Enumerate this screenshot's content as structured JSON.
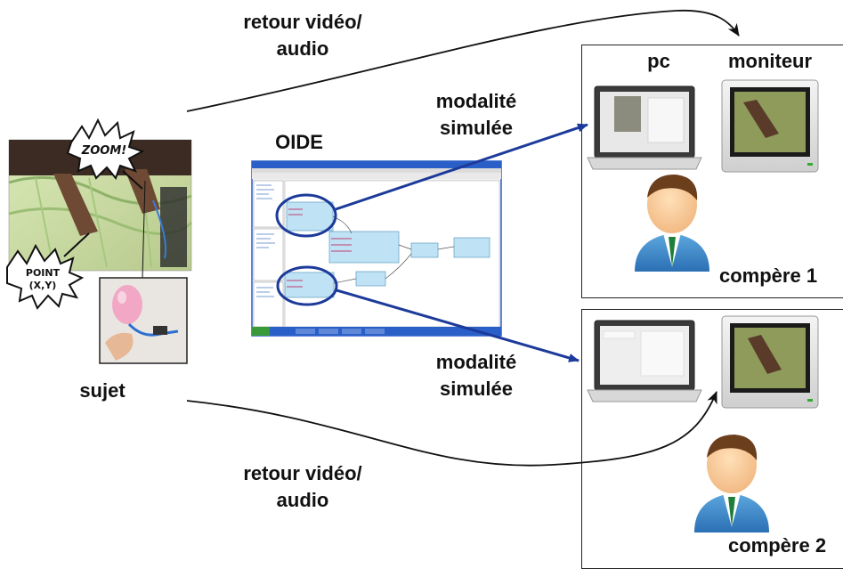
{
  "labels": {
    "retour_top_line1": "retour vidéo/",
    "retour_top_line2": "audio",
    "retour_bottom_line1": "retour vidéo/",
    "retour_bottom_line2": "audio",
    "modalite_top_line1": "modalité",
    "modalite_top_line2": "simulée",
    "modalite_bottom_line1": "modalité",
    "modalite_bottom_line2": "simulée",
    "oide": "OIDE",
    "sujet": "sujet",
    "pc": "pc",
    "moniteur": "moniteur",
    "compere1": "compère 1",
    "compere2": "compère 2"
  },
  "bubbles": {
    "zoom": "ZOOM!",
    "point_line1": "POINT",
    "point_line2": "(X,Y)"
  },
  "colors": {
    "arrow_blue": "#1c3a9a",
    "arrow_black": "#111111",
    "oide_window_blue": "#2a5fc8",
    "node_fill": "#bfe2f5"
  }
}
